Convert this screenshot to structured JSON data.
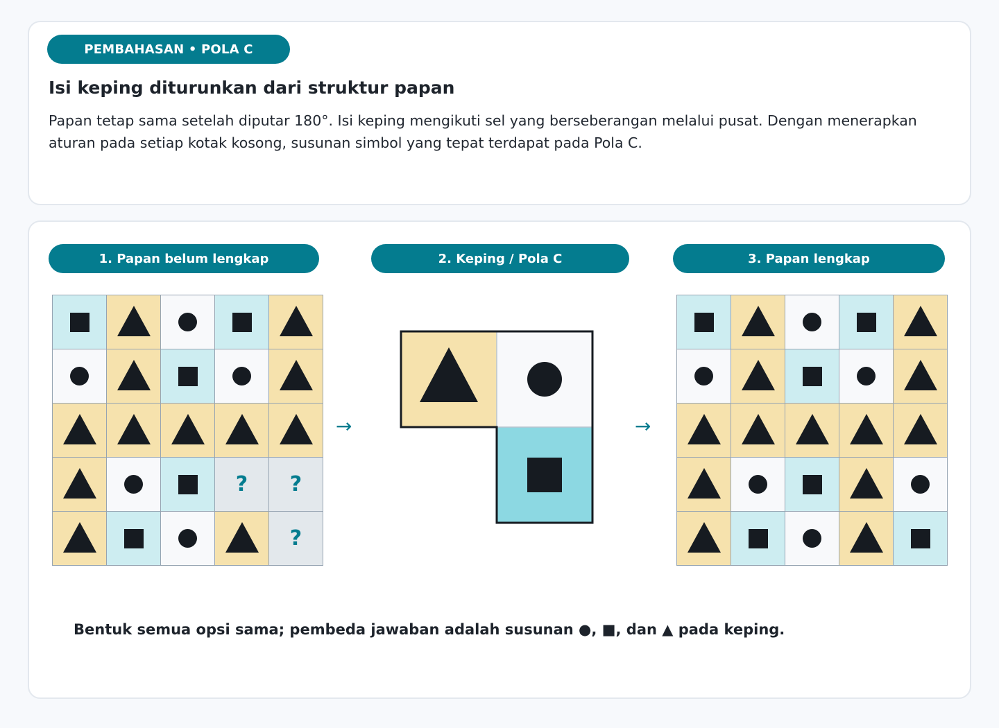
{
  "header": {
    "badge": "PEMBAHASAN • POLA C",
    "title": "Isi keping diturunkan dari struktur papan",
    "description": "Papan tetap sama setelah diputar 180°. Isi keping mengikuti sel yang berseberangan melalui pusat. Dengan menerapkan aturan pada setiap kotak kosong, susunan simbol yang tepat terdapat pada Pola C."
  },
  "steps": [
    {
      "label": "1. Papan belum lengkap"
    },
    {
      "label": "2. Keping / Pola C"
    },
    {
      "label": "3. Papan lengkap"
    }
  ],
  "arrow_glyph": "→",
  "question_mark": "?",
  "colors": {
    "accent": "#047c8f",
    "yellow": "#f6e2ad",
    "white": "#f8f9fb",
    "cyan": "#cdedf1",
    "cyan_strong": "#8cd8e2",
    "empty": "#e3e8ec",
    "shape": "#161b21"
  },
  "incomplete_board": [
    [
      "square",
      "triangle",
      "circle",
      "square",
      "triangle"
    ],
    [
      "circle",
      "triangle",
      "square",
      "circle",
      "triangle"
    ],
    [
      "triangle",
      "triangle",
      "triangle",
      "triangle",
      "triangle"
    ],
    [
      "triangle",
      "circle",
      "square",
      "empty",
      "empty"
    ],
    [
      "triangle",
      "square",
      "circle",
      "triangle",
      "empty"
    ]
  ],
  "piece": [
    {
      "row": 0,
      "col": 0,
      "shape": "triangle",
      "color": "yellow"
    },
    {
      "row": 0,
      "col": 1,
      "shape": "circle",
      "color": "white"
    },
    {
      "row": 1,
      "col": 1,
      "shape": "square",
      "color": "cyan_strong"
    }
  ],
  "complete_board": [
    [
      "square",
      "triangle",
      "circle",
      "square",
      "triangle"
    ],
    [
      "circle",
      "triangle",
      "square",
      "circle",
      "triangle"
    ],
    [
      "triangle",
      "triangle",
      "triangle",
      "triangle",
      "triangle"
    ],
    [
      "triangle",
      "circle",
      "square",
      "triangle",
      "circle"
    ],
    [
      "triangle",
      "square",
      "circle",
      "triangle",
      "square"
    ]
  ],
  "footnote": "Bentuk semua opsi sama; pembeda jawaban adalah susunan ●, ■, dan ▲ pada keping."
}
